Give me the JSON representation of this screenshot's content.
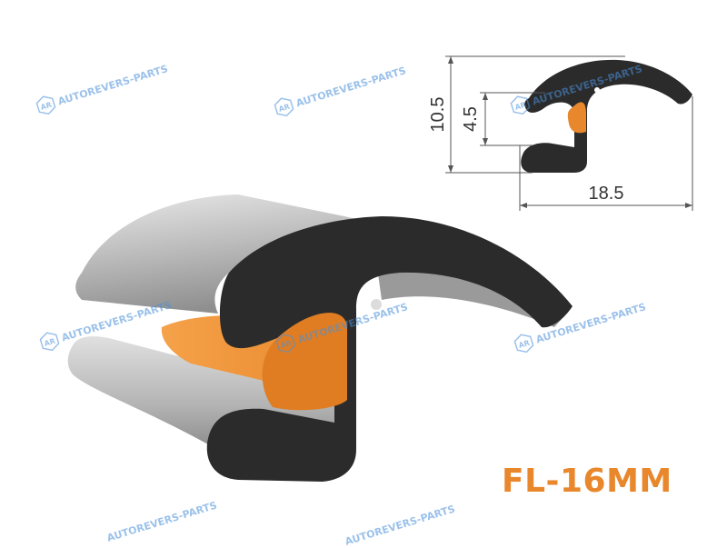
{
  "dimensions": {
    "height": "10.5",
    "inner_height": "4.5",
    "width": "18.5"
  },
  "product": {
    "code": "FL-16MM"
  },
  "watermark": {
    "text": "AUTOREVERS-PARTS",
    "logo_letters": "AR"
  },
  "colors": {
    "seal_black": "#2b2b2b",
    "insert_orange": "#e8872b",
    "body_grey": "#c8c8c8",
    "code_text": "#e8872b",
    "watermark": "#4a90d9"
  }
}
